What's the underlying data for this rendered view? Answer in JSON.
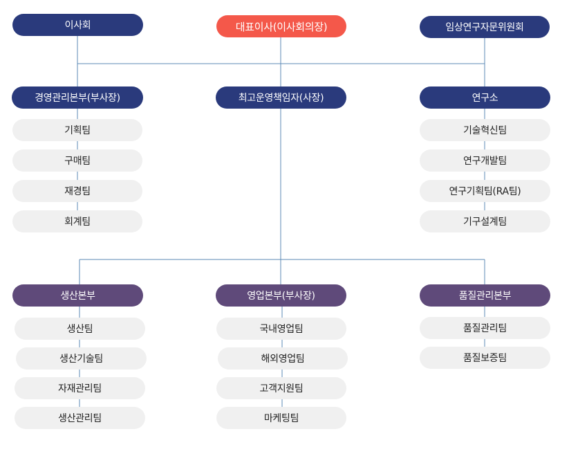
{
  "top": {
    "board": "이사회",
    "ceo": "대표이사(이사회의장)",
    "advisory": "임상연구자문위원회"
  },
  "row1": {
    "management": {
      "title": "경영관리본부(부사장)",
      "teams": [
        "기획팀",
        "구매팀",
        "재경팀",
        "회계팀"
      ]
    },
    "coo": {
      "title": "최고운영책임자(사장)"
    },
    "research": {
      "title": "연구소",
      "teams": [
        "기술혁신팀",
        "연구개발팀",
        "연구기획팀(RA팀)",
        "기구설계팀"
      ]
    }
  },
  "row2": {
    "production": {
      "title": "생산본부",
      "teams": [
        "생산팀",
        "생산기술팀",
        "자재관리팀",
        "생산관리팀"
      ]
    },
    "sales": {
      "title": "영업본부(부사장)",
      "teams": [
        "국내영업팀",
        "해외영업팀",
        "고객지원팀",
        "마케팅팀"
      ]
    },
    "quality": {
      "title": "품질관리본부",
      "teams": [
        "품질관리팀",
        "품질보증팀"
      ]
    }
  },
  "colors": {
    "navy": "#2a3a7c",
    "ceo_red": "#f4584a",
    "purple": "#5f4a7a",
    "team_gray": "#f0f0f0",
    "line_blue": "#5b8ab5"
  }
}
